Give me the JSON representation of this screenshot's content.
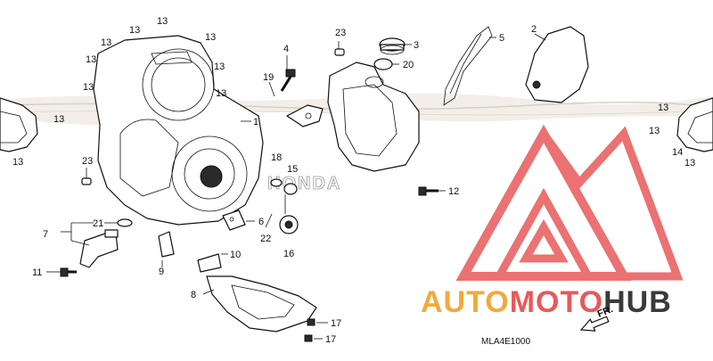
{
  "diagram": {
    "drawing_code": "MLA4E1000",
    "front_marker": "FR.",
    "engraving": "HONDA",
    "callouts": [
      {
        "id": "c1",
        "label": "1"
      },
      {
        "id": "c2",
        "label": "2"
      },
      {
        "id": "c3",
        "label": "3"
      },
      {
        "id": "c4",
        "label": "4"
      },
      {
        "id": "c5",
        "label": "5"
      },
      {
        "id": "c6",
        "label": "6"
      },
      {
        "id": "c7",
        "label": "7"
      },
      {
        "id": "c8",
        "label": "8"
      },
      {
        "id": "c9",
        "label": "9"
      },
      {
        "id": "c10",
        "label": "10"
      },
      {
        "id": "c11",
        "label": "11"
      },
      {
        "id": "c12",
        "label": "12"
      },
      {
        "id": "c13a",
        "label": "13"
      },
      {
        "id": "c13b",
        "label": "13"
      },
      {
        "id": "c13c",
        "label": "13"
      },
      {
        "id": "c13d",
        "label": "13"
      },
      {
        "id": "c13e",
        "label": "13"
      },
      {
        "id": "c13f",
        "label": "13"
      },
      {
        "id": "c13g",
        "label": "13"
      },
      {
        "id": "c13h",
        "label": "13"
      },
      {
        "id": "c13i",
        "label": "13"
      },
      {
        "id": "c13j",
        "label": "13"
      },
      {
        "id": "c13k",
        "label": "13"
      },
      {
        "id": "c13l",
        "label": "13"
      },
      {
        "id": "c13m",
        "label": "13"
      },
      {
        "id": "c14",
        "label": "14"
      },
      {
        "id": "c15",
        "label": "15"
      },
      {
        "id": "c16",
        "label": "16"
      },
      {
        "id": "c17a",
        "label": "17"
      },
      {
        "id": "c17b",
        "label": "17"
      },
      {
        "id": "c18",
        "label": "18"
      },
      {
        "id": "c19",
        "label": "19"
      },
      {
        "id": "c20",
        "label": "20"
      },
      {
        "id": "c21",
        "label": "21"
      },
      {
        "id": "c22",
        "label": "22"
      },
      {
        "id": "c23a",
        "label": "23"
      },
      {
        "id": "c23b",
        "label": "23"
      }
    ]
  },
  "watermark": {
    "brand_part1": "AUTO",
    "brand_part2": "MOTO",
    "brand_part3": "HUB",
    "color_red": "#e8595a",
    "color_orange": "#f2a93b",
    "color_dark": "#3a3a3a"
  }
}
